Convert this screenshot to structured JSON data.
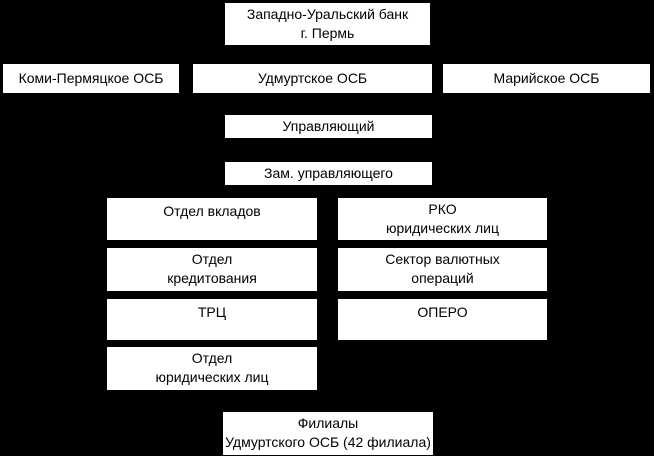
{
  "colors": {
    "background": "#000000",
    "box_fill": "#ffffff",
    "text": "#000000"
  },
  "nodes": {
    "head_office": {
      "line1": "Западно-Уральский банк",
      "line2": "г. Пермь"
    },
    "komi_permyatskoe_osb": {
      "line1": "Коми-Пермяцкое ОСБ"
    },
    "udmurtskoe_osb": {
      "line1": "Удмуртское ОСБ"
    },
    "mariyskoe_osb": {
      "line1": "Марийское ОСБ"
    },
    "manager": {
      "line1": "Управляющий"
    },
    "deputy_manager": {
      "line1": "Зам. управляющего"
    },
    "deposits_department": {
      "line1": "Отдел вкладов"
    },
    "rko_legal_entities": {
      "line1": "РКО",
      "line2": "юридических лиц"
    },
    "credit_department": {
      "line1": "Отдел",
      "line2": "кредитования"
    },
    "currency_operations_sector": {
      "line1": "Сектор валютных",
      "line2": "операций"
    },
    "trc": {
      "line1": "ТРЦ"
    },
    "opero": {
      "line1": "ОПЕРО"
    },
    "legal_entities_department": {
      "line1": "Отдел",
      "line2": "юридических лиц"
    },
    "branches": {
      "line1": "Филиалы",
      "line2": "Удмуртского ОСБ (42 филиала)"
    }
  }
}
